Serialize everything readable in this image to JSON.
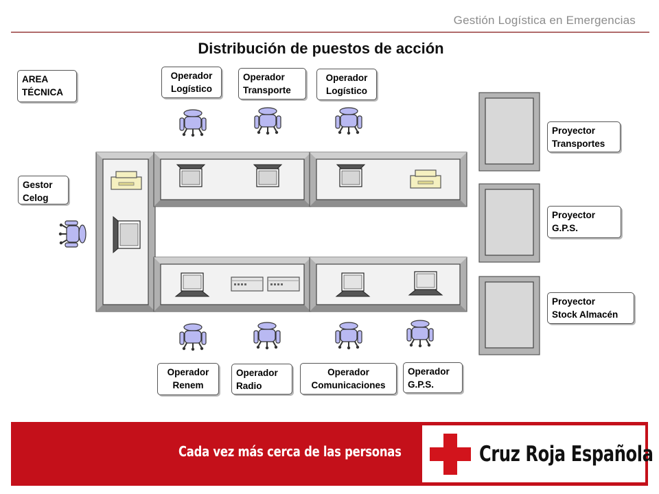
{
  "header": {
    "title": "Gestión Logística en Emergencias"
  },
  "page": {
    "title": "Distribución de puestos de acción"
  },
  "labels": {
    "area_tecnica": [
      "AREA",
      "TÉCNICA"
    ],
    "gestor_celog": [
      "Gestor",
      "Celog"
    ],
    "operador_logistico_1": [
      "Operador",
      "Logístico"
    ],
    "operador_transporte": [
      "Operador",
      "Transporte"
    ],
    "operador_logistico_2": [
      "Operador",
      "Logístico"
    ],
    "proyector_transportes": [
      "Proyector",
      "Transportes"
    ],
    "proyector_gps": [
      "Proyector",
      "G.P.S."
    ],
    "proyector_stock": [
      "Proyector",
      "Stock Almacén"
    ],
    "operador_renem": [
      "Operador",
      "Renem"
    ],
    "operador_radio": [
      "Operador",
      "Radio"
    ],
    "operador_comunicaciones": [
      "Operador",
      "Comunicaciones"
    ],
    "operador_gps": [
      "Operador",
      "G.P.S."
    ]
  },
  "footer": {
    "slogan": "Cada vez más cerca de las personas",
    "logo_text": "Cruz Roja Española",
    "brand_color": "#c4101a"
  },
  "colors": {
    "chair": "#b9b9f2",
    "printer": "#f5f0c0",
    "desk_face": "#f2f2f2"
  }
}
